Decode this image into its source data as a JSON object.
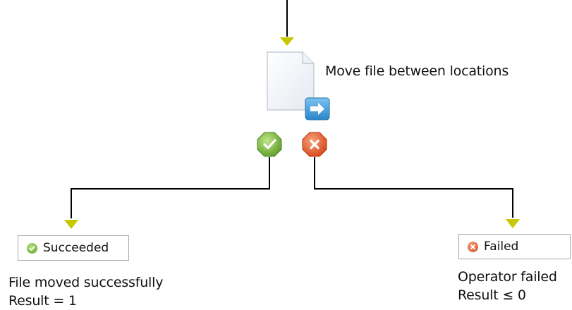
{
  "activity": {
    "title": "Move file between locations",
    "icon": "document-move-icon"
  },
  "branches": {
    "success": {
      "badge_icon": "checkmark-octagon-icon",
      "badge_color": "#7cbc45",
      "end_label": "Succeeded",
      "end_icon": "check-circle-icon",
      "description": "File moved successfully",
      "result": "Result = 1"
    },
    "failure": {
      "badge_icon": "x-octagon-icon",
      "badge_color": "#e8602a",
      "end_label": "Failed",
      "end_icon": "x-circle-icon",
      "description": "Operator failed",
      "result": "Result ≤ 0"
    }
  },
  "colors": {
    "connector": "#000000",
    "arrowhead": "#c8c800",
    "move_badge": "#3a9ed8"
  }
}
